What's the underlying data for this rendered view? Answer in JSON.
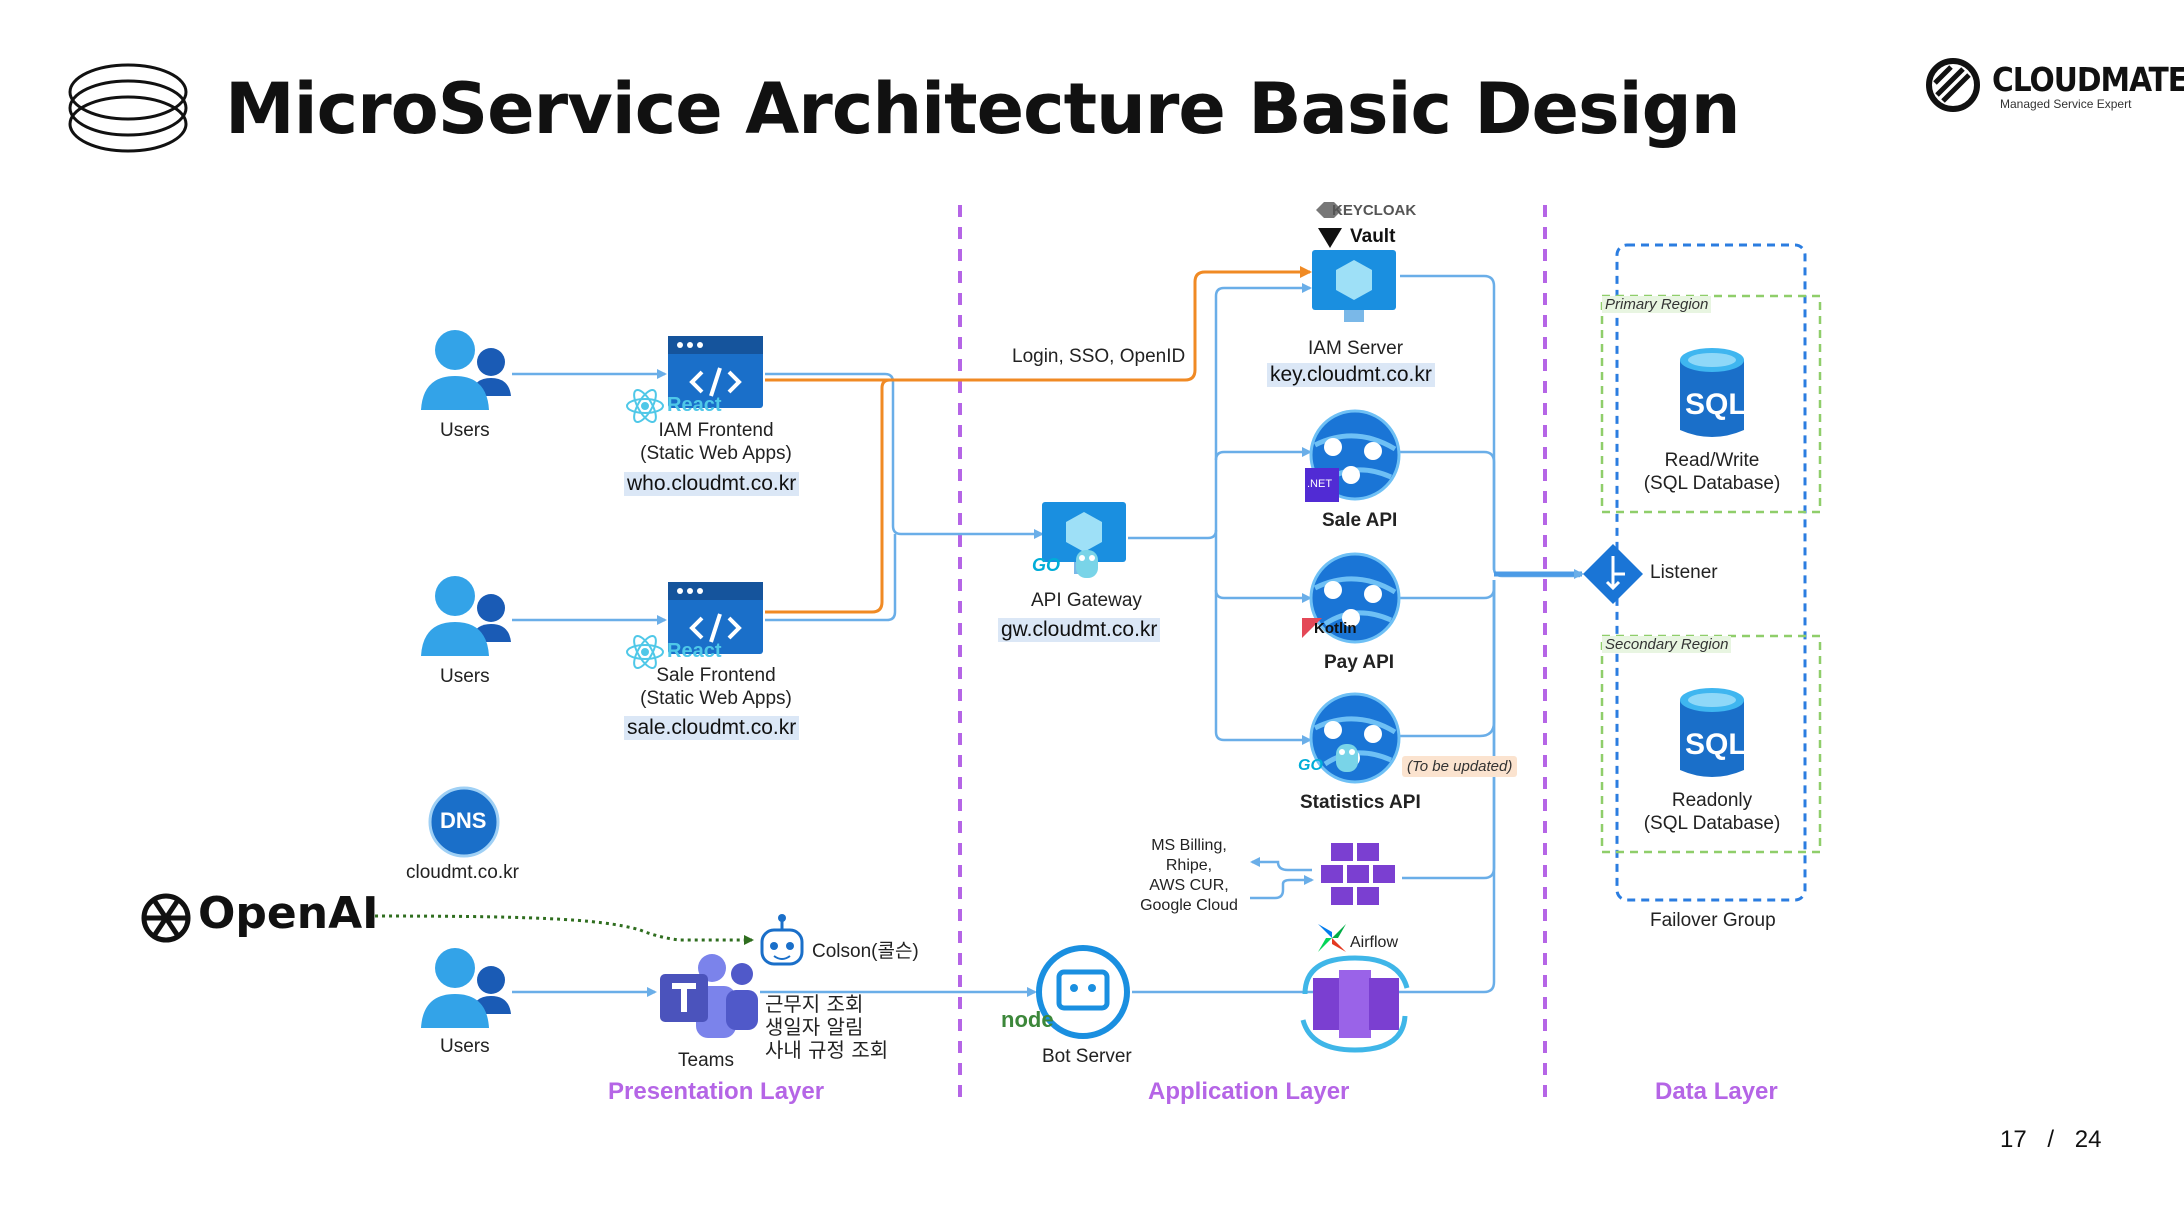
{
  "title": "MicroService Architecture Basic Design",
  "brand": {
    "name": "CLOUDMATE",
    "tagline": "Managed Service Expert"
  },
  "users": [
    "Users",
    "Users",
    "Users"
  ],
  "iam_frontend": {
    "name": "IAM Frontend",
    "sub": "(Static Web Apps)",
    "url": "who.cloudmt.co.kr"
  },
  "sale_frontend": {
    "name": "Sale Frontend",
    "sub": "(Static Web Apps)",
    "url": "sale.cloudmt.co.kr"
  },
  "react_label": "React",
  "dns": {
    "icon": "DNS",
    "domain": "cloudmt.co.kr"
  },
  "openai": "OpenAI",
  "colson": "Colson(콜슨)",
  "teams": "Teams",
  "teams_features": [
    "근무지 조회",
    "생일자 알림",
    "사내 규정 조회"
  ],
  "login_edge": "Login, SSO, OpenID",
  "keycloak": "KEYCLOAK",
  "vault": "Vault",
  "iam_server": {
    "name": "IAM Server",
    "url": "key.cloudmt.co.kr"
  },
  "api_gateway": {
    "name": "API Gateway",
    "url": "gw.cloudmt.co.kr"
  },
  "sale_api": "Sale API",
  "net_badge": ".NET",
  "pay_api": "Pay API",
  "kotlin_badge": "Kotlin",
  "stats_api": "Statistics API",
  "to_be_updated": "(To be updated)",
  "billing_sources": [
    "MS Billing,",
    "Rhipe,",
    "AWS CUR,",
    "Google Cloud"
  ],
  "airflow": "Airflow",
  "bot_server": "Bot Server",
  "node_label": "node",
  "go_label": "GO",
  "listener": "Listener",
  "primary_region": "Primary Region",
  "secondary_region": "Secondary Region",
  "sql_label": "SQL",
  "rw_db": {
    "name": "Read/Write",
    "sub": "(SQL Database)"
  },
  "ro_db": {
    "name": "Readonly",
    "sub": "(SQL Database)"
  },
  "failover_group": "Failover Group",
  "layers": {
    "presentation": "Presentation Layer",
    "application": "Application Layer",
    "data": "Data Layer"
  },
  "page": {
    "current": "17",
    "separator": "/",
    "total": "24"
  },
  "colors": {
    "layer_divider": "#b565e6",
    "flow_line": "#6aaee8",
    "auth_line": "#f08a24",
    "openai_line": "#2f6e1f",
    "region_box": "#8fce6a",
    "failover_box": "#2b7de0"
  }
}
